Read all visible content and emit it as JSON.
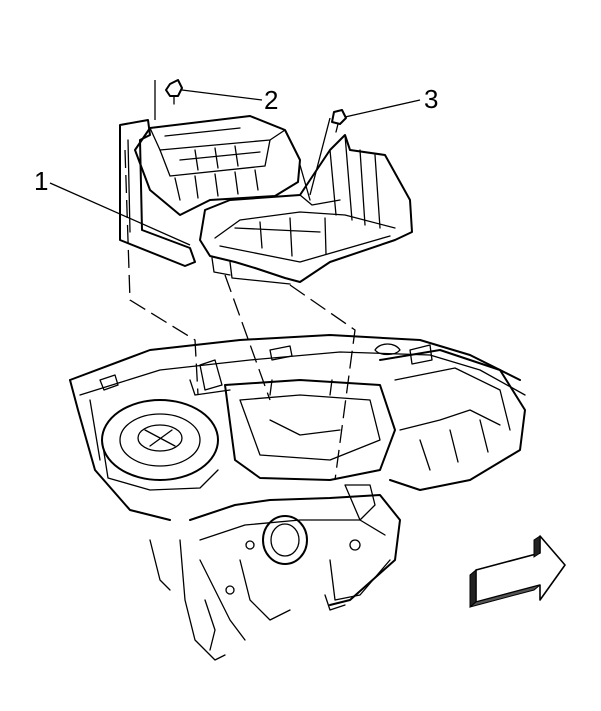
{
  "callouts": [
    {
      "id": "1",
      "label": "1"
    },
    {
      "id": "2",
      "label": "2"
    },
    {
      "id": "3",
      "label": "3"
    }
  ],
  "icons": {
    "direction_arrow": "front-direction-arrow-icon",
    "bolt_2": "bolt-icon",
    "bolt_3": "bolt-icon"
  },
  "colors": {
    "line": "#000000",
    "background": "#ffffff",
    "arrow_shade": "#222222"
  }
}
